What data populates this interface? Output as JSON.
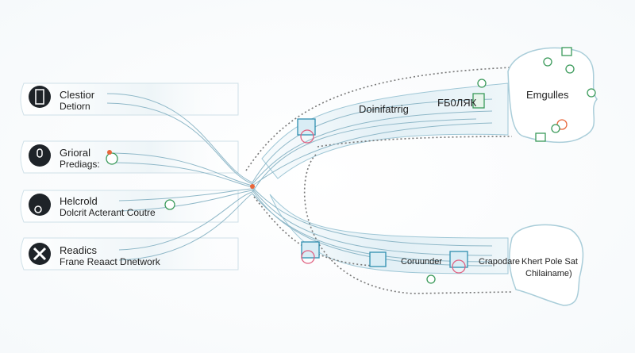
{
  "left_items": [
    {
      "title": "Clestior",
      "subtitle": "Detiorn",
      "icon": "server-icon"
    },
    {
      "title": "Grioral",
      "subtitle": "Prediags:",
      "icon": "microphone-icon"
    },
    {
      "title": "Helcrold",
      "subtitle": "Dolcrit Acterant Coutre",
      "icon": "wrench-icon"
    },
    {
      "title": "Readics",
      "subtitle": "Frane Reaact Dnetwork",
      "icon": "tools-cross-icon"
    }
  ],
  "upper_band": {
    "label": "Doinifatrrig",
    "label2": "FБ0ЛЯК",
    "endpoint": "Emgulles"
  },
  "lower_band": {
    "label": "Coruunder",
    "label2": "Crapodare",
    "endpoint_line1": "Khert Pole Sat",
    "endpoint_line2": "Chilainame)"
  },
  "colors": {
    "accent": "#2f8fb0",
    "dark_icon": "#1e2328",
    "green": "#3a9a5a",
    "orange": "#e8663a",
    "band": "#e4f1f6"
  }
}
